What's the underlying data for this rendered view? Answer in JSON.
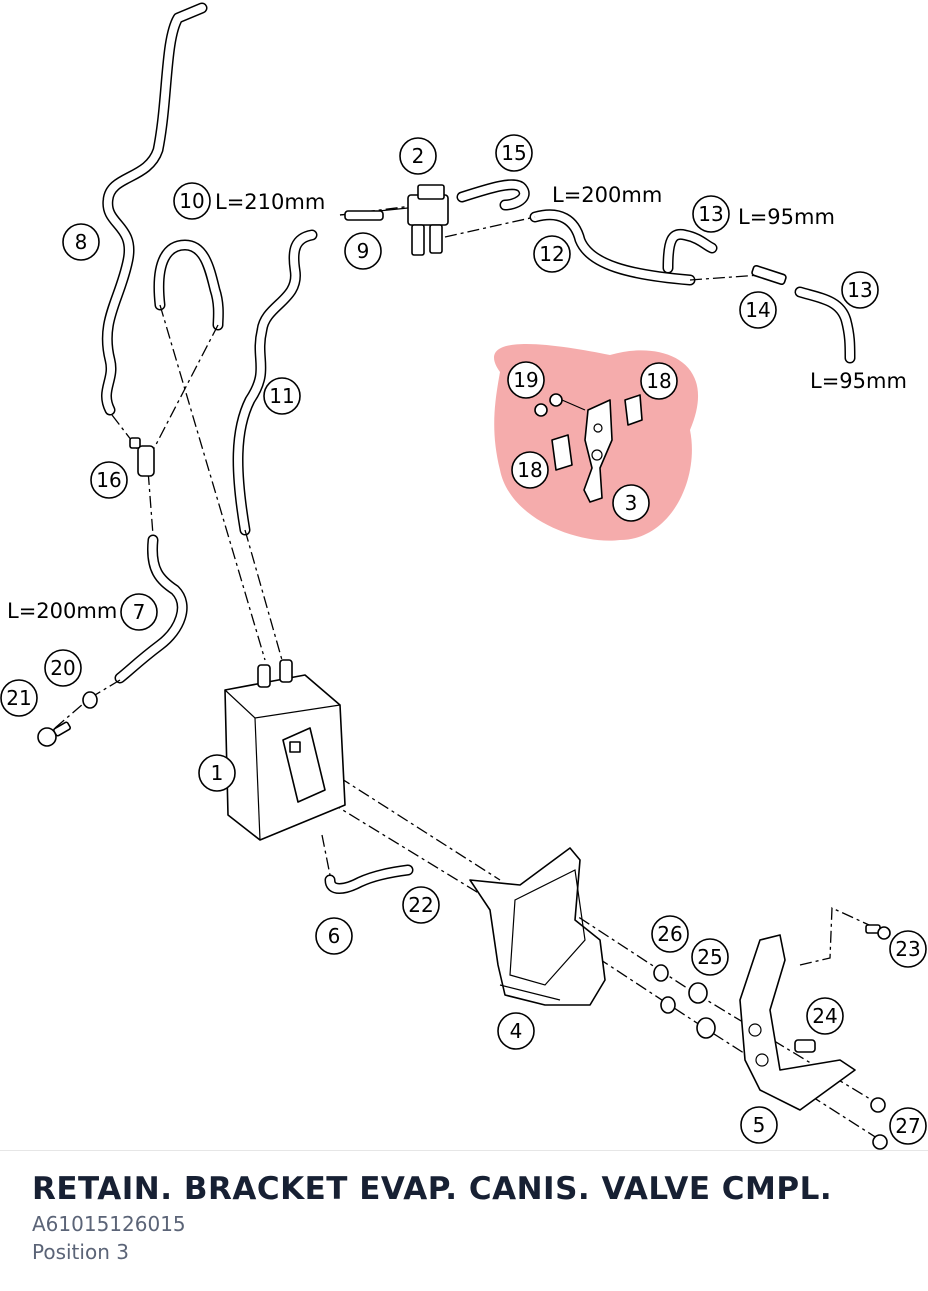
{
  "diagram": {
    "highlight_color": "#f08080",
    "callouts": [
      {
        "id": "c1",
        "label": "1"
      },
      {
        "id": "c2",
        "label": "2"
      },
      {
        "id": "c3",
        "label": "3"
      },
      {
        "id": "c4",
        "label": "4"
      },
      {
        "id": "c5",
        "label": "5"
      },
      {
        "id": "c6",
        "label": "6"
      },
      {
        "id": "c7",
        "label": "7"
      },
      {
        "id": "c8",
        "label": "8"
      },
      {
        "id": "c9",
        "label": "9"
      },
      {
        "id": "c10",
        "label": "10"
      },
      {
        "id": "c11",
        "label": "11"
      },
      {
        "id": "c12",
        "label": "12"
      },
      {
        "id": "c13a",
        "label": "13"
      },
      {
        "id": "c13b",
        "label": "13"
      },
      {
        "id": "c14",
        "label": "14"
      },
      {
        "id": "c15",
        "label": "15"
      },
      {
        "id": "c16",
        "label": "16"
      },
      {
        "id": "c18a",
        "label": "18"
      },
      {
        "id": "c18b",
        "label": "18"
      },
      {
        "id": "c19",
        "label": "19"
      },
      {
        "id": "c20",
        "label": "20"
      },
      {
        "id": "c21",
        "label": "21"
      },
      {
        "id": "c22",
        "label": "22"
      },
      {
        "id": "c23",
        "label": "23"
      },
      {
        "id": "c24",
        "label": "24"
      },
      {
        "id": "c25",
        "label": "25"
      },
      {
        "id": "c26",
        "label": "26"
      },
      {
        "id": "c27",
        "label": "27"
      }
    ],
    "length_labels": {
      "l10": "L=210mm",
      "l12": "L=200mm",
      "l13a": "L=95mm",
      "l13b": "L=95mm",
      "l7": "L=200mm"
    }
  },
  "footer": {
    "title": "RETAIN. BRACKET EVAP. CANIS. VALVE CMPL.",
    "part_number": "A61015126015",
    "position": "Position 3"
  }
}
